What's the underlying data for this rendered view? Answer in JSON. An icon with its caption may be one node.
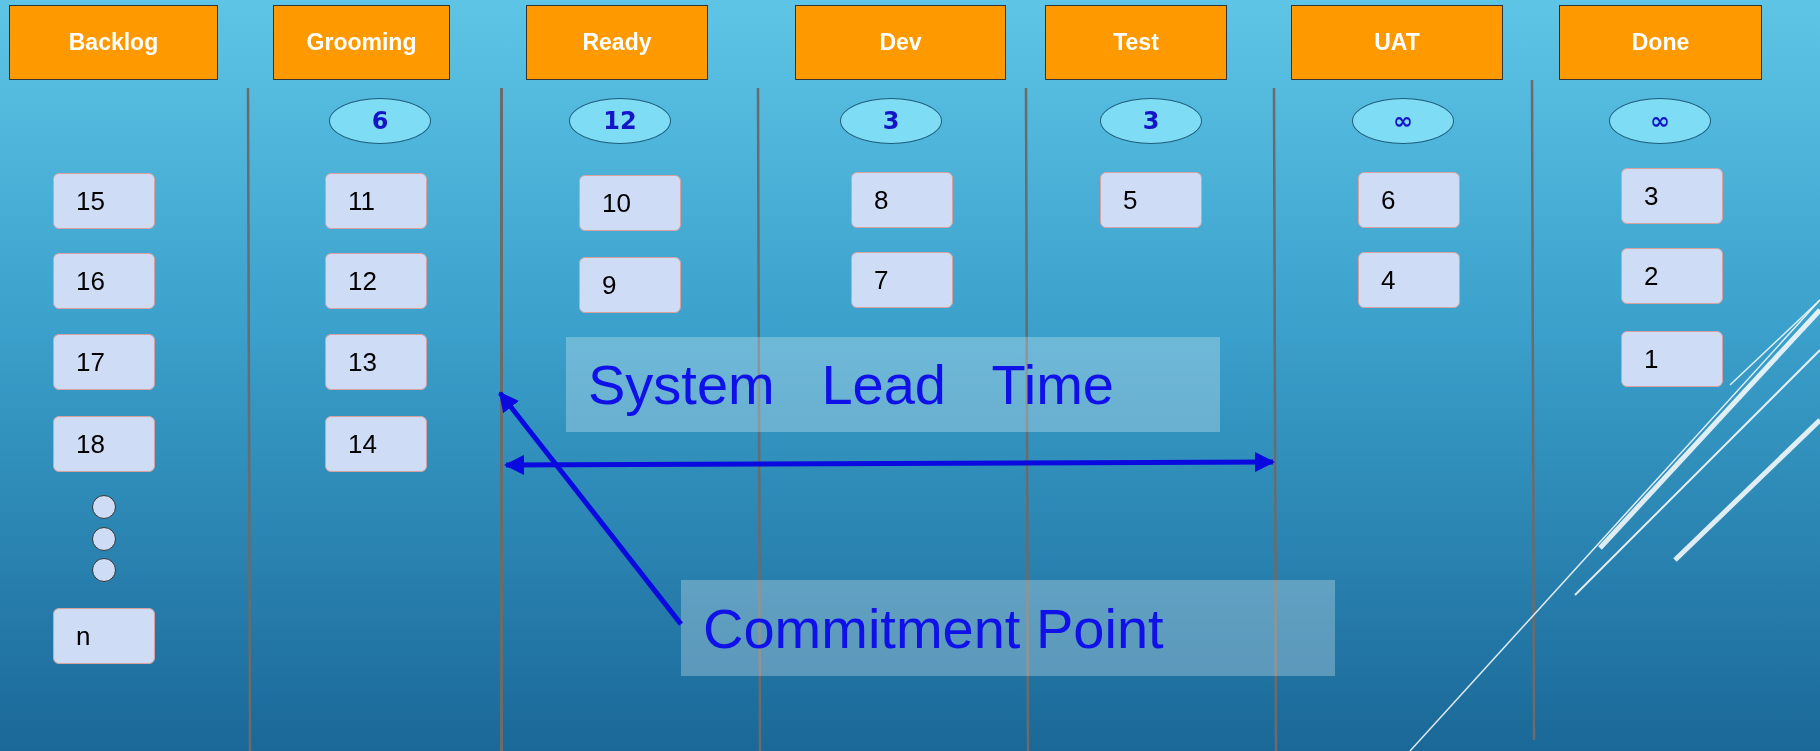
{
  "diagram": {
    "nodes": [
      {
        "text": [
          "Backlog"
        ]
      },
      {
        "text": [
          "Grooming"
        ]
      },
      {
        "text": [
          "Ready"
        ]
      },
      {
        "text": [
          "Dev"
        ]
      },
      {
        "text": [
          "Test"
        ]
      },
      {
        "text": [
          "UAT"
        ]
      },
      {
        "text": [
          "Done"
        ]
      },
      {
        "text": [
          "6"
        ]
      },
      {
        "text": [
          "12"
        ]
      },
      {
        "text": [
          "3"
        ]
      },
      {
        "text": [
          "3"
        ]
      },
      {
        "text": [
          "∞"
        ]
      },
      {
        "text": [
          "∞"
        ]
      },
      {
        "text": [
          "15"
        ]
      },
      {
        "text": [
          "16"
        ]
      },
      {
        "text": [
          "17"
        ]
      },
      {
        "text": [
          "18"
        ]
      },
      {
        "text": [],
        "shape": "circle"
      },
      {
        "text": [],
        "shape": "circle"
      },
      {
        "text": [],
        "shape": "circle"
      },
      {
        "text": [
          "n"
        ]
      },
      {
        "text": [
          "11"
        ]
      },
      {
        "text": [
          "12"
        ]
      },
      {
        "text": [
          "13"
        ]
      },
      {
        "text": [
          "14"
        ]
      },
      {
        "text": [
          "10"
        ]
      },
      {
        "text": [
          "9"
        ]
      },
      {
        "text": [
          "8"
        ]
      },
      {
        "text": [
          "7"
        ]
      },
      {
        "text": [
          "5"
        ]
      },
      {
        "text": [
          "6"
        ]
      },
      {
        "text": [
          "4"
        ]
      },
      {
        "text": [
          "3"
        ]
      },
      {
        "text": [
          "2"
        ]
      },
      {
        "text": [
          "1"
        ]
      },
      {
        "text": [
          "System   Lead   Time"
        ]
      },
      {
        "text": [
          "Commitment Point"
        ]
      },
      {
        "text": [],
        "shape": "bar"
      }
    ],
    "edges": [
      {
        "from": 36,
        "to": 37,
        "arrow": "to"
      }
    ]
  }
}
